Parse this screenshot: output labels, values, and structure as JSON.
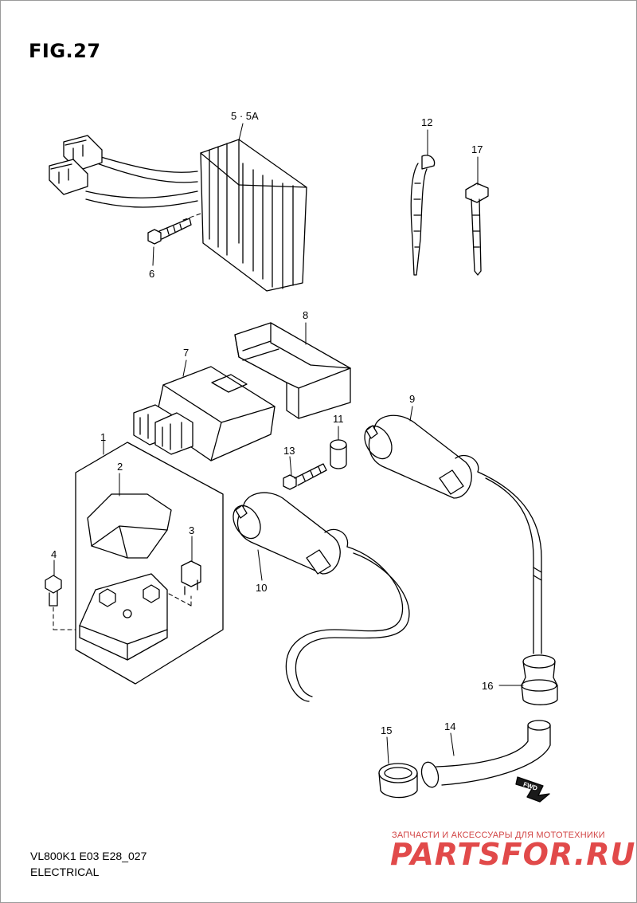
{
  "figure": {
    "title": "FIG.27",
    "model_code": "VL800K1 E03 E28_027",
    "section": "ELECTRICAL"
  },
  "callouts": [
    {
      "id": "5-5A",
      "text": "5 · 5A"
    },
    {
      "id": "6",
      "text": "6"
    },
    {
      "id": "12",
      "text": "12"
    },
    {
      "id": "17",
      "text": "17"
    },
    {
      "id": "8",
      "text": "8"
    },
    {
      "id": "7",
      "text": "7"
    },
    {
      "id": "9",
      "text": "9"
    },
    {
      "id": "11",
      "text": "11"
    },
    {
      "id": "1",
      "text": "1"
    },
    {
      "id": "13",
      "text": "13"
    },
    {
      "id": "2",
      "text": "2"
    },
    {
      "id": "3",
      "text": "3"
    },
    {
      "id": "4",
      "text": "4"
    },
    {
      "id": "10",
      "text": "10"
    },
    {
      "id": "16",
      "text": "16"
    },
    {
      "id": "15",
      "text": "15"
    },
    {
      "id": "14",
      "text": "14"
    }
  ],
  "direction_tag": "FWD",
  "watermark": {
    "tagline": "ЗАПЧАСТИ И АКСЕССУАРЫ ДЛЯ МОТОТЕХНИКИ",
    "logo": "PARTSFOR.RU"
  }
}
